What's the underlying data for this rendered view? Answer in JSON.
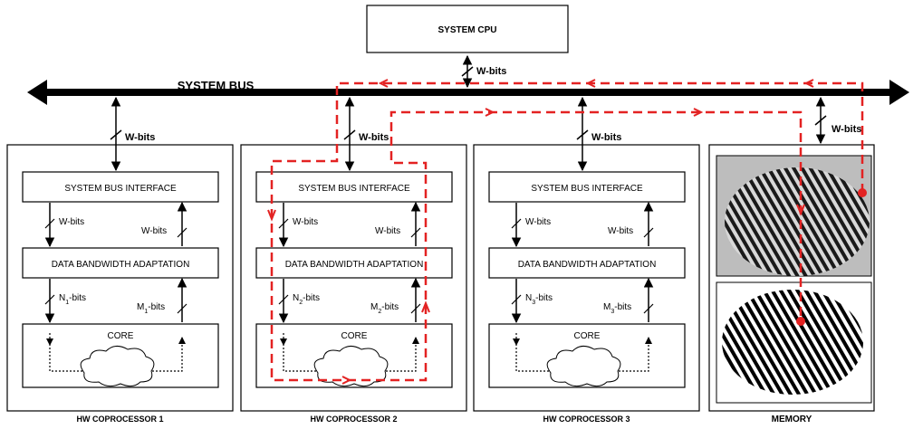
{
  "cpu": {
    "label": "SYSTEM CPU"
  },
  "bus": {
    "label": "SYSTEM BUS"
  },
  "bus_width": "W-bits",
  "coprocessors": [
    {
      "title": "HW COPROCESSOR 1",
      "interface": "SYSTEM BUS INTERFACE",
      "adaptation": "DATA BANDWIDTH ADAPTATION",
      "core": "CORE",
      "w_in": "W-bits",
      "w_out": "W-bits",
      "n_base": "N",
      "n_sub": "1",
      "n_suffix": "-bits",
      "m_base": "M",
      "m_sub": "1",
      "m_suffix": "-bits"
    },
    {
      "title": "HW COPROCESSOR 2",
      "interface": "SYSTEM BUS INTERFACE",
      "adaptation": "DATA BANDWIDTH ADAPTATION",
      "core": "CORE",
      "w_in": "W-bits",
      "w_out": "W-bits",
      "n_base": "N",
      "n_sub": "2",
      "n_suffix": "-bits",
      "m_base": "M",
      "m_sub": "2",
      "m_suffix": "-bits"
    },
    {
      "title": "HW COPROCESSOR 3",
      "interface": "SYSTEM BUS INTERFACE",
      "adaptation": "DATA BANDWIDTH ADAPTATION",
      "core": "CORE",
      "w_in": "W-bits",
      "w_out": "W-bits",
      "n_base": "N",
      "n_sub": "3",
      "n_suffix": "-bits",
      "m_base": "M",
      "m_sub": "3",
      "m_suffix": "-bits"
    }
  ],
  "memory": {
    "label": "MEMORY"
  },
  "colors": {
    "line": "#000000",
    "flow": "#e32222",
    "box_bg": "#ffffff"
  }
}
